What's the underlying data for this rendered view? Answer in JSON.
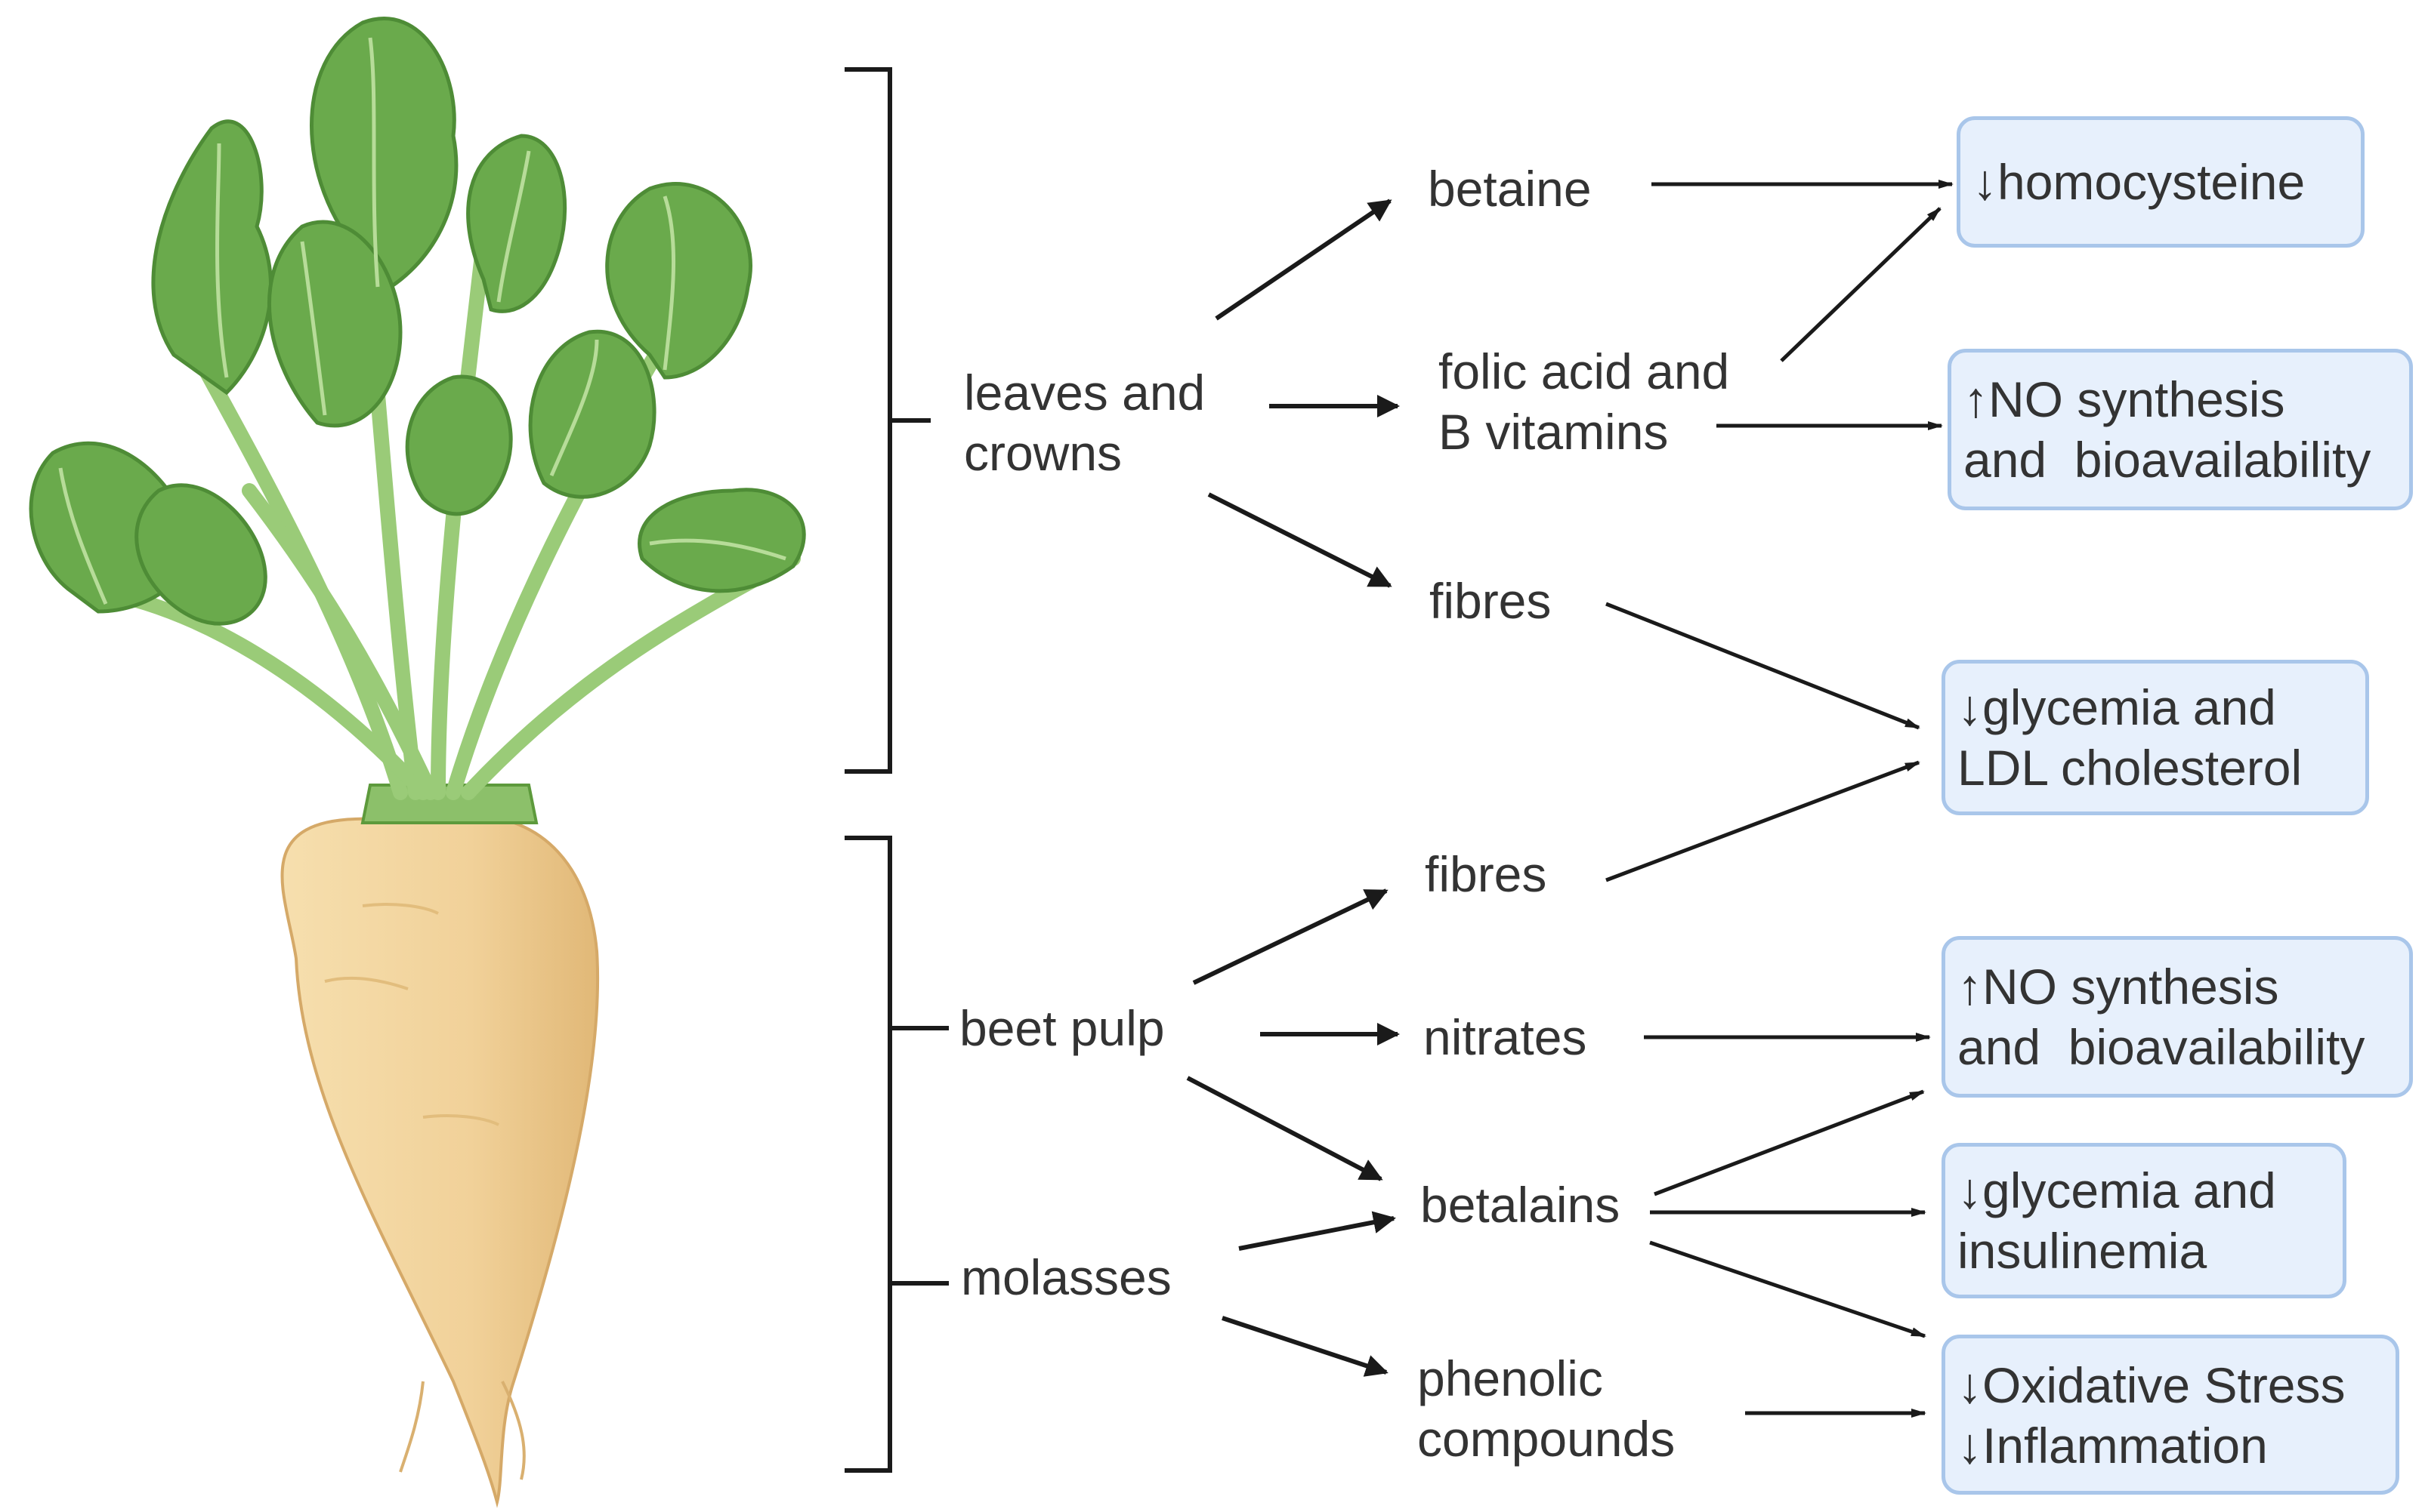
{
  "colors": {
    "text": "#333333",
    "line": "#1a1a1a",
    "box_fill": "#e7f0fc",
    "box_border": "#a9c6ea",
    "leaf": "#6aaa4c",
    "leaf_dark": "#3f7d2c",
    "root": "#f3d8a4",
    "root_shade": "#e2bd7d"
  },
  "sources": {
    "leaves_and_crowns": "leaves and\ncrowns",
    "beet_pulp": "beet pulp",
    "molasses": "molasses"
  },
  "compounds": {
    "betaine": "betaine",
    "folic_acid": "folic acid and\nB vitamins",
    "fibres_top": "fibres",
    "fibres_bottom": "fibres",
    "nitrates": "nitrates",
    "betalains": "betalains",
    "phenolic": "phenolic\ncompounds"
  },
  "effects": {
    "homocysteine": "↓homocysteine",
    "no_synthesis_1": "↑NO synthesis\nand  bioavailability",
    "glycemia_ldl": "↓glycemia and\nLDL cholesterol",
    "no_synthesis_2": "↑NO synthesis\nand  bioavailability",
    "glycemia_insulinemia": "↓glycemia and\ninsulinemia",
    "oxidative": "↓Oxidative Stress\n↓Inflammation"
  },
  "icons": [
    "sugar-beet-illustration",
    "bracket-icon",
    "arrow-icon"
  ]
}
